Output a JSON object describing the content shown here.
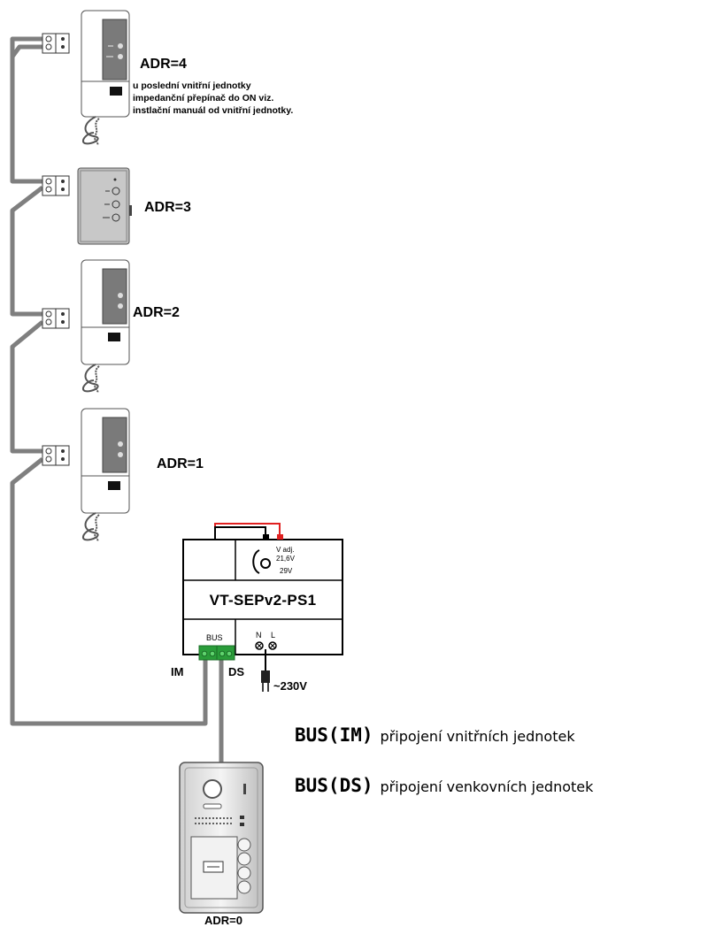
{
  "units": {
    "u1": {
      "label": "ADR=4"
    },
    "u2": {
      "label": "ADR=3"
    },
    "u3": {
      "label": "ADR=2"
    },
    "u4": {
      "label": "ADR=1"
    }
  },
  "note_lines": [
    "u poslední vnitřní jednotky",
    "impedanční přepínač do ON viz.",
    "instlační manuál od vnitřní jednotky."
  ],
  "power_supply": {
    "name": "VT-SEPv2-PS1",
    "v_adj": "V adj.",
    "v1": "21,6V",
    "v2": "29V",
    "bus": "BUS",
    "n": "N",
    "l": "L",
    "im": "IM",
    "ds": "DS",
    "mains": "~230V"
  },
  "outdoor": {
    "label": "ADR=0"
  },
  "legend": [
    {
      "key": "BUS(IM)",
      "desc": "připojení vnitřních jednotek"
    },
    {
      "key": "BUS(DS)",
      "desc": "připojení venkovních jednotek"
    }
  ],
  "colors": {
    "wire": "#7f7f7f",
    "red_wire": "#e02020",
    "terminal": "#2a9d3a"
  }
}
